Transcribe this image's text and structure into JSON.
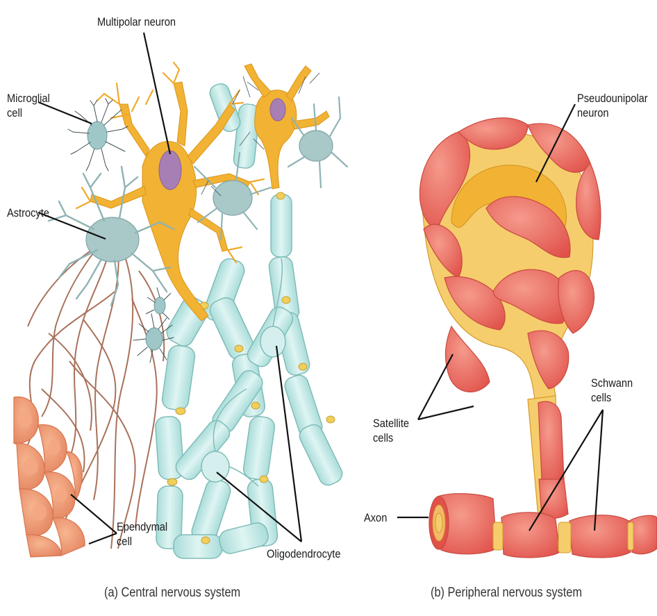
{
  "labels": {
    "multipolar_neuron": "Multipolar neuron",
    "microglial": [
      "Microglial",
      "cell"
    ],
    "astrocyte": "Astrocyte",
    "ependymal": [
      "Ependymal",
      "cell"
    ],
    "oligodendrocyte": "Oligodendrocyte",
    "pseudounipolar": [
      "Pseudounipolar",
      "neuron"
    ],
    "satellite": [
      "Satellite",
      "cells"
    ],
    "schwann": [
      "Schwann",
      "cells"
    ],
    "axon": "Axon"
  },
  "captions": {
    "left": "(a) Central nervous system",
    "right": "(b) Peripheral nervous system"
  },
  "colors": {
    "neuron_yellow": "#f2b233",
    "nucleus_purple": "#a77fb4",
    "glia_teal": "#9fc7c8",
    "ependymal_orange": "#ee9a72",
    "myelin_cyan": "#c8ecea",
    "satellite_red": "#ec6a5c",
    "ganglion_yellow": "#f6cd6c"
  }
}
